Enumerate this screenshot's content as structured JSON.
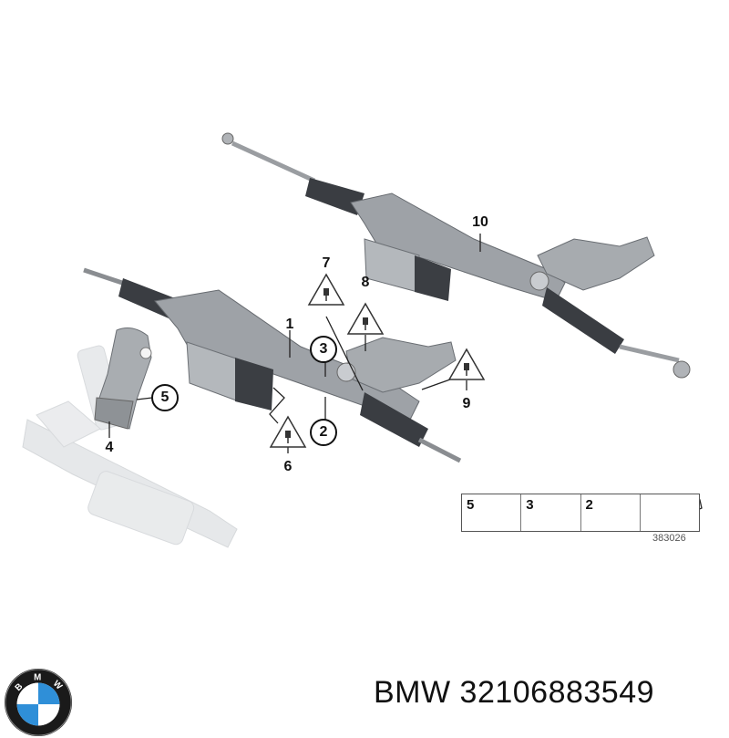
{
  "diagram": {
    "type": "parts-catalog-exploded-view",
    "subject": "electric power steering rack",
    "callouts": [
      {
        "id": "1",
        "label": "1",
        "style": "plain"
      },
      {
        "id": "2",
        "label": "2",
        "style": "circled"
      },
      {
        "id": "3",
        "label": "3",
        "style": "circled"
      },
      {
        "id": "4",
        "label": "4",
        "style": "plain"
      },
      {
        "id": "5",
        "label": "5",
        "style": "circled"
      },
      {
        "id": "6",
        "label": "6",
        "style": "warning-triangle-plug"
      },
      {
        "id": "7",
        "label": "7",
        "style": "warning-triangle-plug"
      },
      {
        "id": "8",
        "label": "8",
        "style": "warning-triangle-plug"
      },
      {
        "id": "9",
        "label": "9",
        "style": "warning-triangle-plug"
      },
      {
        "id": "10",
        "label": "10",
        "style": "plain"
      }
    ],
    "legend": {
      "items": [
        {
          "label": "5",
          "icon": "screw-icon"
        },
        {
          "label": "3",
          "icon": "clip-nut-icon"
        },
        {
          "label": "2",
          "icon": "bolt-icon"
        },
        {
          "label": "",
          "icon": "arrow-direction-icon"
        }
      ],
      "code": "383026"
    }
  },
  "footer": {
    "brand_logo": "bmw-logo",
    "logo_letters": [
      "B",
      "M",
      "W"
    ],
    "part_label": "BMW 32106883549"
  },
  "colors": {
    "background": "#ffffff",
    "line": "#222222",
    "part_gray": "#9a9ea3",
    "part_dark": "#3c3f44",
    "ghost_part": "#e3e5e7",
    "bmw_blue": "#2f8fd8",
    "bmw_ring": "#1a1a1a"
  }
}
